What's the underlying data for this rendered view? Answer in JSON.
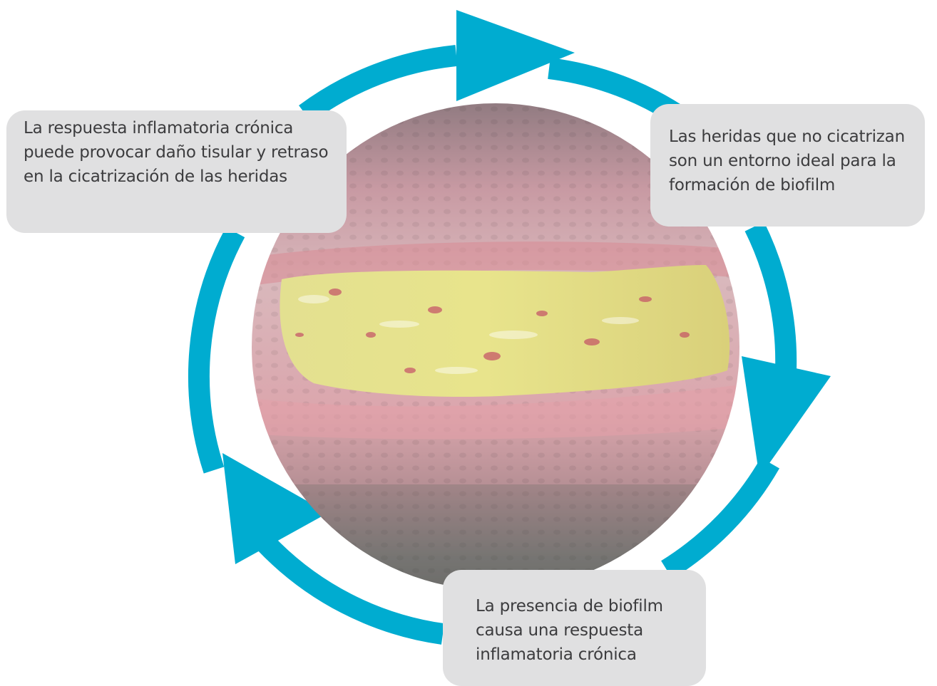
{
  "diagram": {
    "colors": {
      "arrow": "#00acd0",
      "box_fill": "#e0e0e1",
      "text": "#3c3c3e"
    },
    "center_image": "chronic wound photo (yellow slough on pink skin)",
    "boxes": {
      "left": {
        "lines": [
          "La respuesta inflamatoria crónica",
          "puede provocar daño tisular y retraso",
          "en la cicatrización de las heridas"
        ]
      },
      "right": {
        "lines": [
          "Las heridas que no cicatrizan",
          "son un entorno ideal para la",
          "formación de biofilm"
        ]
      },
      "bottom": {
        "lines": [
          "La presencia de biofilm",
          "causa una respuesta",
          "inflamatoria crónica"
        ]
      }
    }
  }
}
